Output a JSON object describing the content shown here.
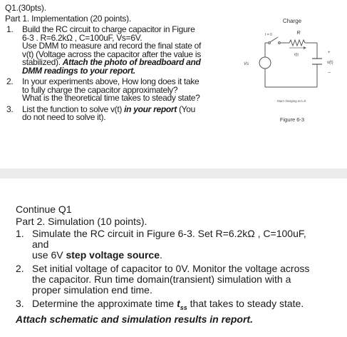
{
  "part1": {
    "heading": "Q1.(30pts).",
    "title": "Part 1. Implementation (20 points).",
    "items": [
      {
        "num": "1.",
        "lines": [
          "Build the RC circuit to charge capacitor in Figure",
          "6-3 . R=6.2kΩ , C=100uF, Vs=6V.",
          "Use DMM to measure and record the final state of",
          "v(t) (Voltage across the capacitor after the value is"
        ],
        "last_plain": "stabilized). ",
        "last_emph": "Attach the photo of breadboard and",
        "emph_line": "DMM readings to your report."
      },
      {
        "num": "2.",
        "lines": [
          "In your experiments above, How long does it take",
          "to fully charge the capacitor approximately?",
          "What is the theoretical time takes to steady state?"
        ]
      },
      {
        "num": "3.",
        "line1_plain": "List the function to solve v(t) ",
        "line1_emph": "in your report",
        "line1_tail": " (You",
        "line2": "do not need to solve it)."
      }
    ]
  },
  "figure": {
    "title": "Charge",
    "resistor_label": "R",
    "switch_label": "t = 0",
    "current_label": "i(t)",
    "source_label": "Vs",
    "plus_label": "+",
    "minus_label": "−",
    "voltage_label": "v(t)",
    "sublabel": "Start charging at t=0",
    "caption": "Figure 6-3"
  },
  "part2": {
    "continue_label": "Continue Q1",
    "title": "Part 2. Simulation (10 points).",
    "item1": {
      "num": "1.",
      "line1": "Simulate the RC circuit in Figure 6-3. Set R=6.2kΩ , C=100uF,",
      "line2": "and",
      "line3_plain": "use 6V ",
      "line3_bold": "step voltage source",
      "line3_tail": "."
    },
    "item2": {
      "num": "2.",
      "lines": [
        "Set initial voltage of capacitor to 0V. Monitor the voltage across",
        "the capacitor. Run time domain(transient) simulation with a",
        "proper simulation end time."
      ]
    },
    "item3": {
      "num": "3.",
      "text_a": "Determine the approximate time ",
      "var_base": "t",
      "var_sub": "ss",
      "text_b": " that takes to steady state."
    },
    "footer": "Attach schematic and simulation results in report."
  }
}
